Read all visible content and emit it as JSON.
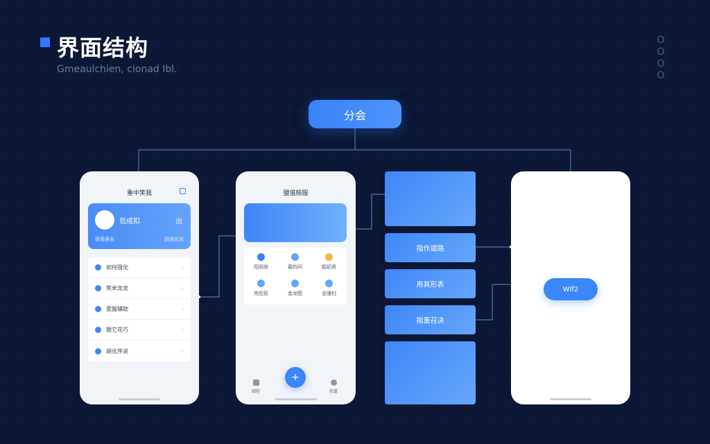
{
  "header": {
    "title": "界面结构",
    "subtitle": "Gmeaulchien, cionad Ibl.",
    "corner": [
      "O",
      "O",
      "O",
      "O"
    ]
  },
  "root_node": {
    "label": "分会"
  },
  "phone1": {
    "title": "重中笑我",
    "profile": {
      "name": "包成扣",
      "right": "出",
      "bottom_left": "悟我表名",
      "bottom_right": "因成化出"
    },
    "menu": [
      {
        "label": "如何强化",
        "icon_color": "#3e86f8"
      },
      {
        "label": "笑米龙龙",
        "icon_color": "#3e86f8"
      },
      {
        "label": "爱服辅助",
        "icon_color": "#3e86f8"
      },
      {
        "label": "题它花巧",
        "icon_color": "#3e86f8"
      },
      {
        "label": "胡化序说",
        "icon_color": "#3e86f8"
      }
    ],
    "arrow": "›"
  },
  "phone2": {
    "title": "盟值赔服",
    "grid": [
      {
        "label": "阳阴尚",
        "icon_color": "#3b82f6"
      },
      {
        "label": "载的问",
        "icon_color": "#60a5fa"
      },
      {
        "label": "题初资",
        "icon_color": "#f5b942"
      },
      {
        "label": "完应民",
        "icon_color": "#60a5fa"
      },
      {
        "label": "金龙图",
        "icon_color": "#60a5fa"
      },
      {
        "label": "会强扫",
        "icon_color": "#60a5fa"
      }
    ],
    "fab": "+",
    "tabs": [
      {
        "label": "细程"
      },
      {
        "label": "我重"
      }
    ]
  },
  "blocks": {
    "labels": [
      "指作道路",
      "用其形表",
      "指重召决"
    ]
  },
  "phone4": {
    "button": "Wlf2"
  },
  "colors": {
    "background": "#0b1734",
    "accent": "#2f7bff"
  }
}
